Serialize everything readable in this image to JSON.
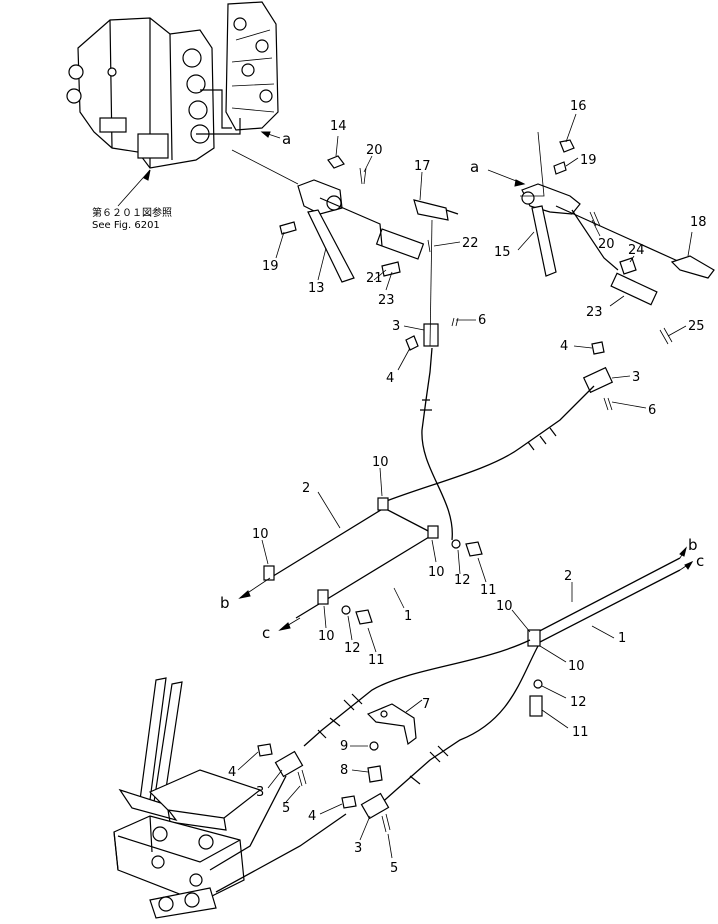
{
  "reference_note": {
    "japanese": "第６２０１図参照",
    "english": "See Fig. 6201"
  },
  "connection_letters": {
    "a_left": "a",
    "a_right": "a",
    "b_left": "b",
    "b_right": "b",
    "c_left": "c",
    "c_right": "c"
  },
  "callouts": {
    "n14": "14",
    "n20a": "20",
    "n17": "17",
    "n22": "22",
    "n19a": "19",
    "n13": "13",
    "n21": "21",
    "n23a": "23",
    "n3a": "3",
    "n6a": "6",
    "n4a": "4",
    "n16": "16",
    "n19b": "19",
    "n15": "15",
    "n20b": "20",
    "n18": "18",
    "n24": "24",
    "n23b": "23",
    "n25": "25",
    "n4b": "4",
    "n3b": "3",
    "n6b": "6",
    "n10a": "10",
    "n2a": "2",
    "n10b": "10",
    "n10c": "10",
    "n12a": "12",
    "n11a": "11",
    "n1a": "1",
    "n10d": "10",
    "n12b": "12",
    "n11b": "11",
    "n2b": "2",
    "n10e": "10",
    "n1b": "1",
    "n10f": "10",
    "n12c": "12",
    "n11c": "11",
    "n7": "7",
    "n9": "9",
    "n8": "8",
    "n4c": "4",
    "n3c": "3",
    "n5a": "5",
    "n4d": "4",
    "n3d": "3",
    "n5b": "5"
  }
}
